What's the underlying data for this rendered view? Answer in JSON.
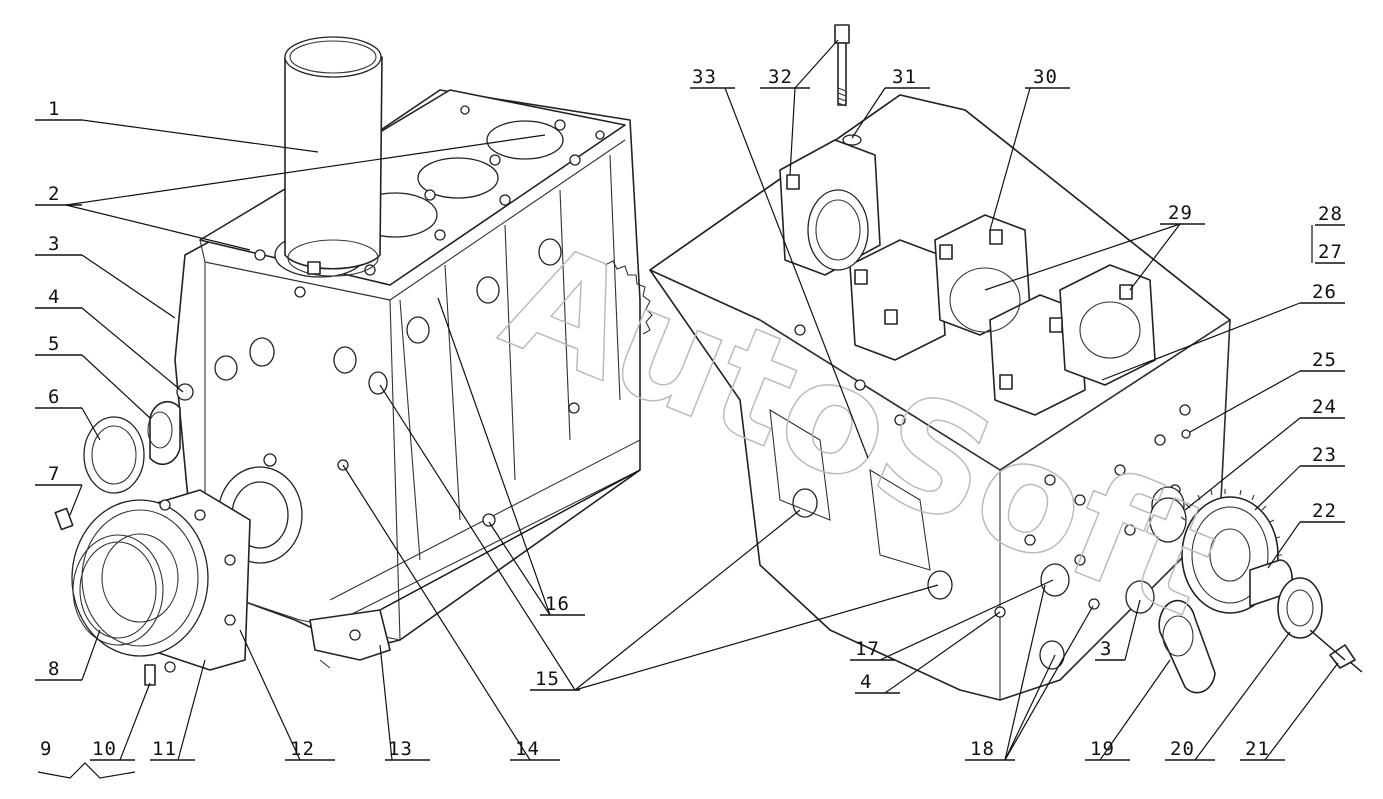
{
  "diagram": {
    "watermark": "AutoSoft",
    "callouts": [
      {
        "id": "1",
        "label": "1"
      },
      {
        "id": "2",
        "label": "2"
      },
      {
        "id": "3",
        "label": "3"
      },
      {
        "id": "4",
        "label": "4"
      },
      {
        "id": "5",
        "label": "5"
      },
      {
        "id": "6",
        "label": "6"
      },
      {
        "id": "7",
        "label": "7"
      },
      {
        "id": "8",
        "label": "8"
      },
      {
        "id": "9",
        "label": "9"
      },
      {
        "id": "10",
        "label": "10"
      },
      {
        "id": "11",
        "label": "11"
      },
      {
        "id": "12",
        "label": "12"
      },
      {
        "id": "13",
        "label": "13"
      },
      {
        "id": "14",
        "label": "14"
      },
      {
        "id": "15",
        "label": "15"
      },
      {
        "id": "16",
        "label": "16"
      },
      {
        "id": "17",
        "label": "17"
      },
      {
        "id": "3b",
        "label": "3"
      },
      {
        "id": "4b",
        "label": "4"
      },
      {
        "id": "18",
        "label": "18"
      },
      {
        "id": "19",
        "label": "19"
      },
      {
        "id": "20",
        "label": "20"
      },
      {
        "id": "21",
        "label": "21"
      },
      {
        "id": "22",
        "label": "22"
      },
      {
        "id": "23",
        "label": "23"
      },
      {
        "id": "24",
        "label": "24"
      },
      {
        "id": "25",
        "label": "25"
      },
      {
        "id": "26",
        "label": "26"
      },
      {
        "id": "27",
        "label": "27"
      },
      {
        "id": "28",
        "label": "28"
      },
      {
        "id": "29",
        "label": "29"
      },
      {
        "id": "30",
        "label": "30"
      },
      {
        "id": "31",
        "label": "31"
      },
      {
        "id": "32",
        "label": "32"
      },
      {
        "id": "33",
        "label": "33"
      }
    ]
  }
}
